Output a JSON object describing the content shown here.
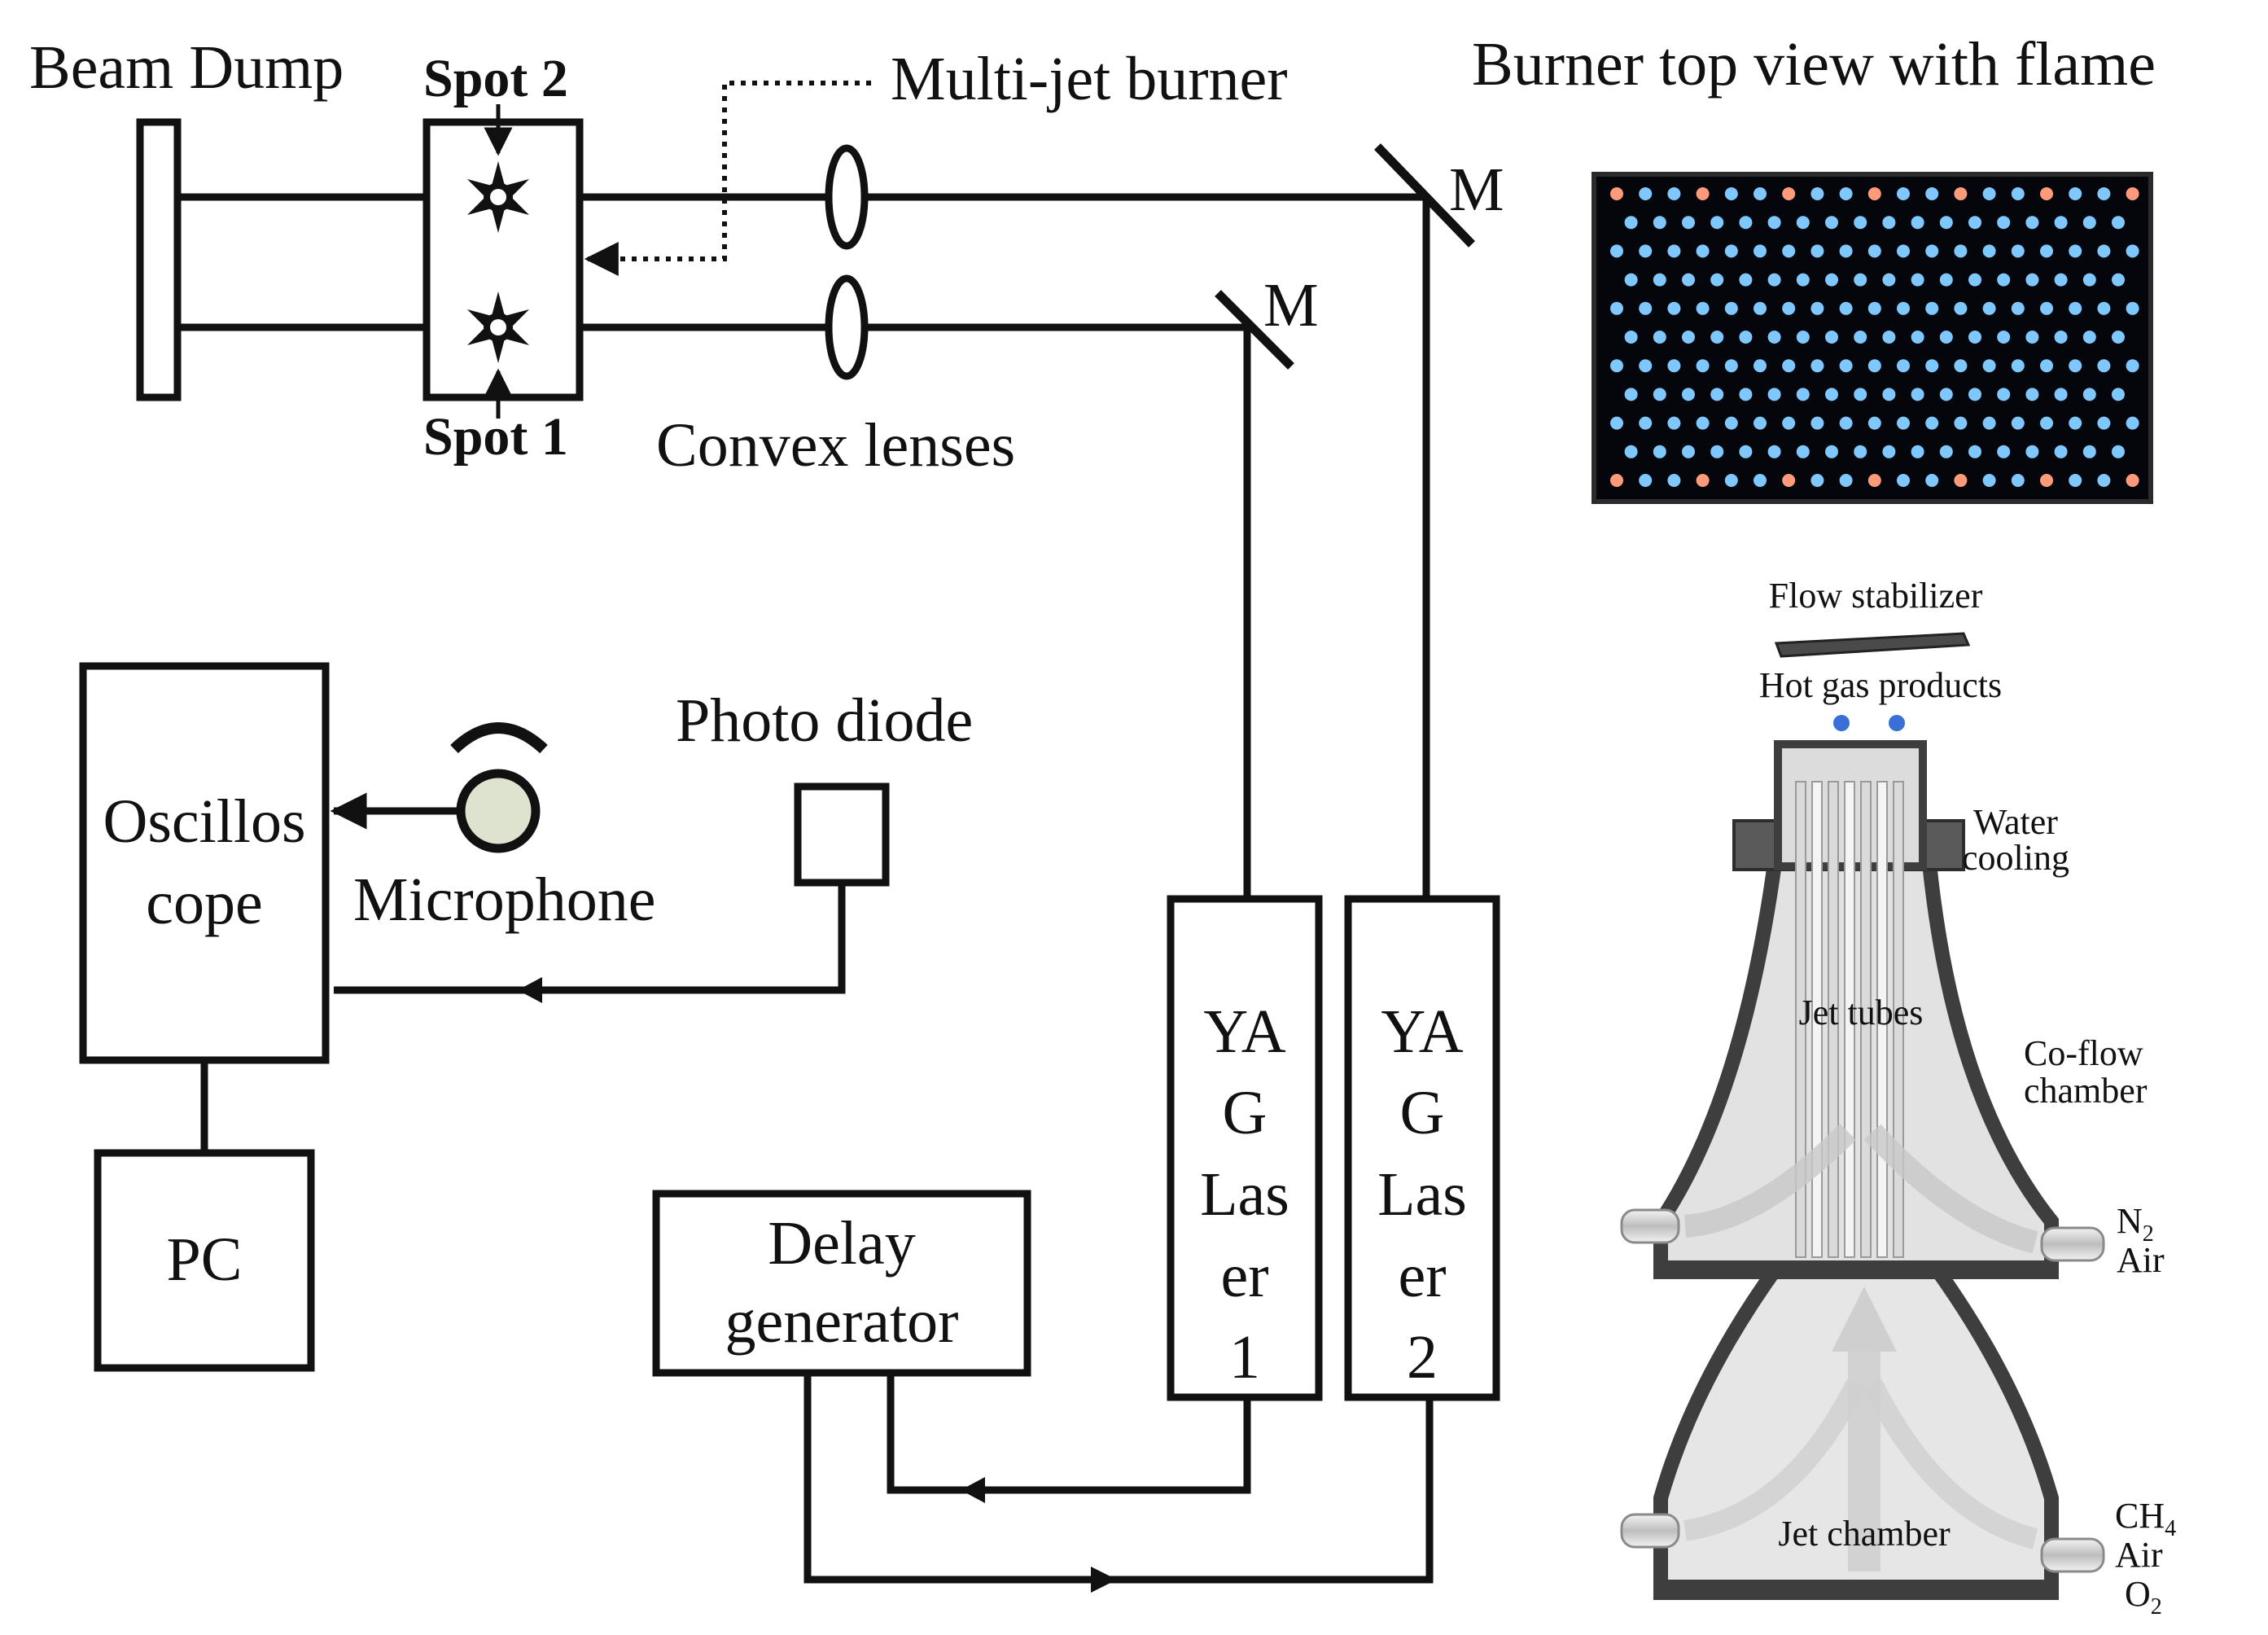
{
  "labels": {
    "beam_dump": "Beam Dump",
    "spot2": "Spot 2",
    "spot1": "Spot 1",
    "multi_jet_burner": "Multi-jet burner",
    "burner_top_view": "Burner top view with flame",
    "mirror": "M",
    "convex_lenses": "Convex lenses",
    "oscilloscope_line1": "Oscillos",
    "oscilloscope_line2": "cope",
    "microphone": "Microphone",
    "photo_diode": "Photo diode",
    "pc": "PC",
    "delay_line1": "Delay",
    "delay_line2": "generator",
    "laser1_lines": [
      "YA",
      "G",
      "Las",
      "er",
      "1"
    ],
    "laser2_lines": [
      "YA",
      "G",
      "Las",
      "er",
      "2"
    ]
  },
  "burner": {
    "flow_stabilizer": "Flow stabilizer",
    "hot_gas_products": "Hot gas products",
    "water_line1": "Water",
    "water_line2": "cooling",
    "jet_tubes": "Jet tubes",
    "coflow_line1": "Co-flow",
    "coflow_line2": "chamber",
    "coflow_inlet_n": "N",
    "coflow_inlet_n_sub": "2",
    "coflow_inlet_air": "Air",
    "jet_chamber": "Jet chamber",
    "jet_inlet_ch": "CH",
    "jet_inlet_ch_sub": "4",
    "jet_inlet_air": "Air",
    "jet_inlet_o": "O",
    "jet_inlet_o_sub": "2"
  },
  "colors": {
    "ink": "#111111",
    "flame_bg": "#05060c",
    "flame_dot": "#7ec8ff",
    "flame_edge": "#ff9a7a",
    "metal_dark": "#4a4a4a",
    "metal_light": "#d9d9d9",
    "mic_fill": "#dde3cf"
  }
}
